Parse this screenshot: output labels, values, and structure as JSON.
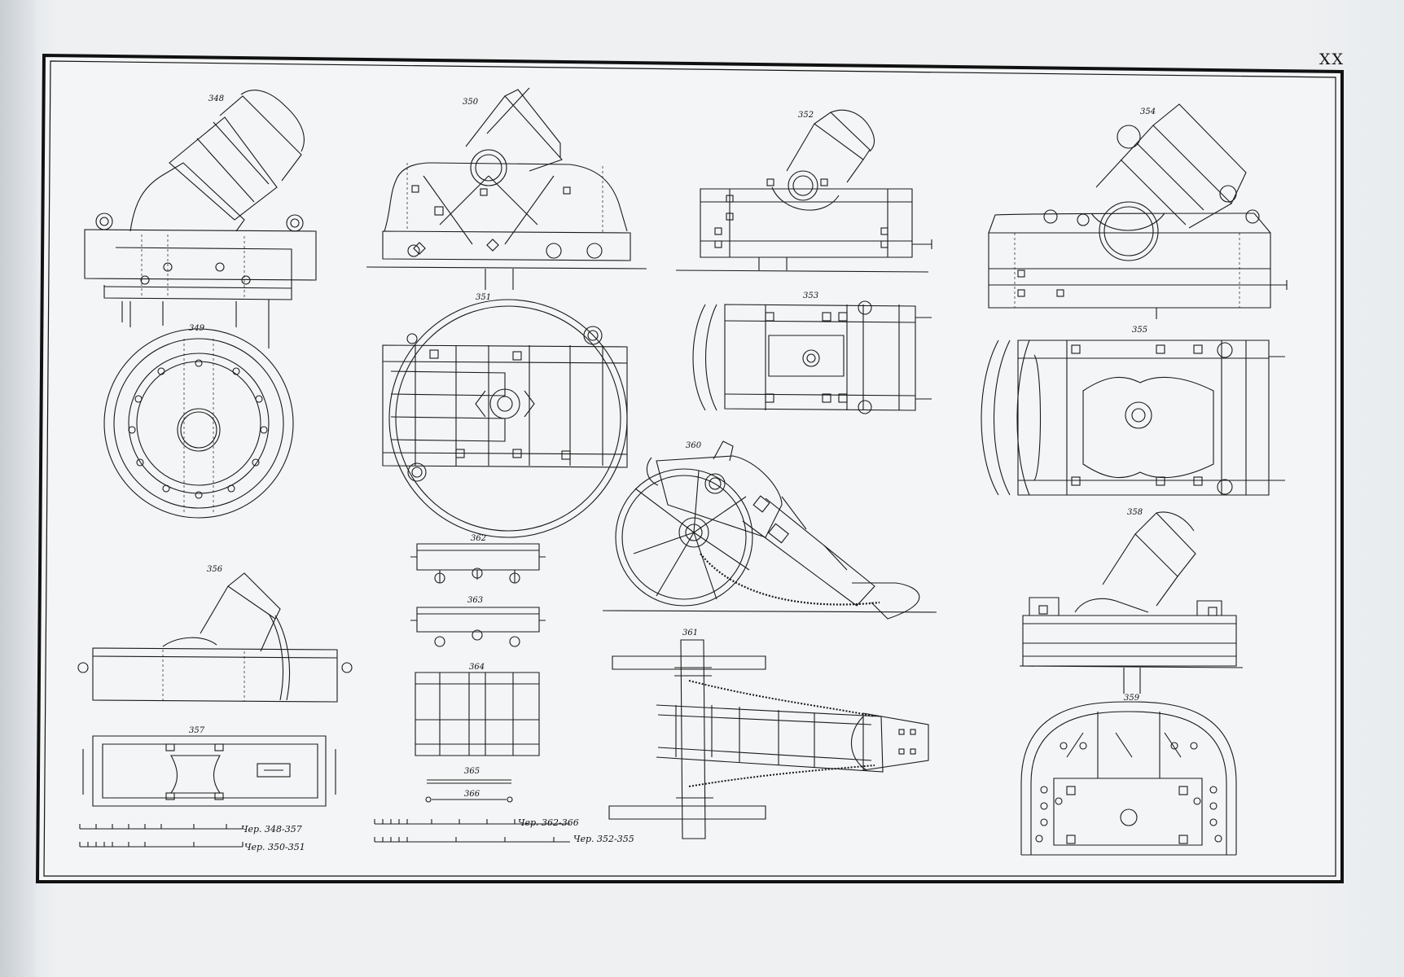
{
  "plate": {
    "number": "XX",
    "background": "#f3f4f5",
    "ink": "#1a1a1a"
  },
  "figures": [
    {
      "id": "348",
      "label": "348"
    },
    {
      "id": "349",
      "label": "349"
    },
    {
      "id": "350",
      "label": "350"
    },
    {
      "id": "351",
      "label": "351"
    },
    {
      "id": "352",
      "label": "352"
    },
    {
      "id": "353",
      "label": "353"
    },
    {
      "id": "354",
      "label": "354"
    },
    {
      "id": "355",
      "label": "355"
    },
    {
      "id": "356",
      "label": "356"
    },
    {
      "id": "357",
      "label": "357"
    },
    {
      "id": "358",
      "label": "358"
    },
    {
      "id": "359",
      "label": "359"
    },
    {
      "id": "360",
      "label": "360"
    },
    {
      "id": "361",
      "label": "361"
    },
    {
      "id": "362",
      "label": "362"
    },
    {
      "id": "363",
      "label": "363"
    },
    {
      "id": "364",
      "label": "364"
    },
    {
      "id": "365",
      "label": "365"
    },
    {
      "id": "366",
      "label": "366"
    }
  ],
  "scales": {
    "left_top": "Чер. 348-357",
    "left_bottom": "Чер. 350-351",
    "mid_top": "Чер. 362-366",
    "mid_bottom": "Чер. 352-355"
  }
}
